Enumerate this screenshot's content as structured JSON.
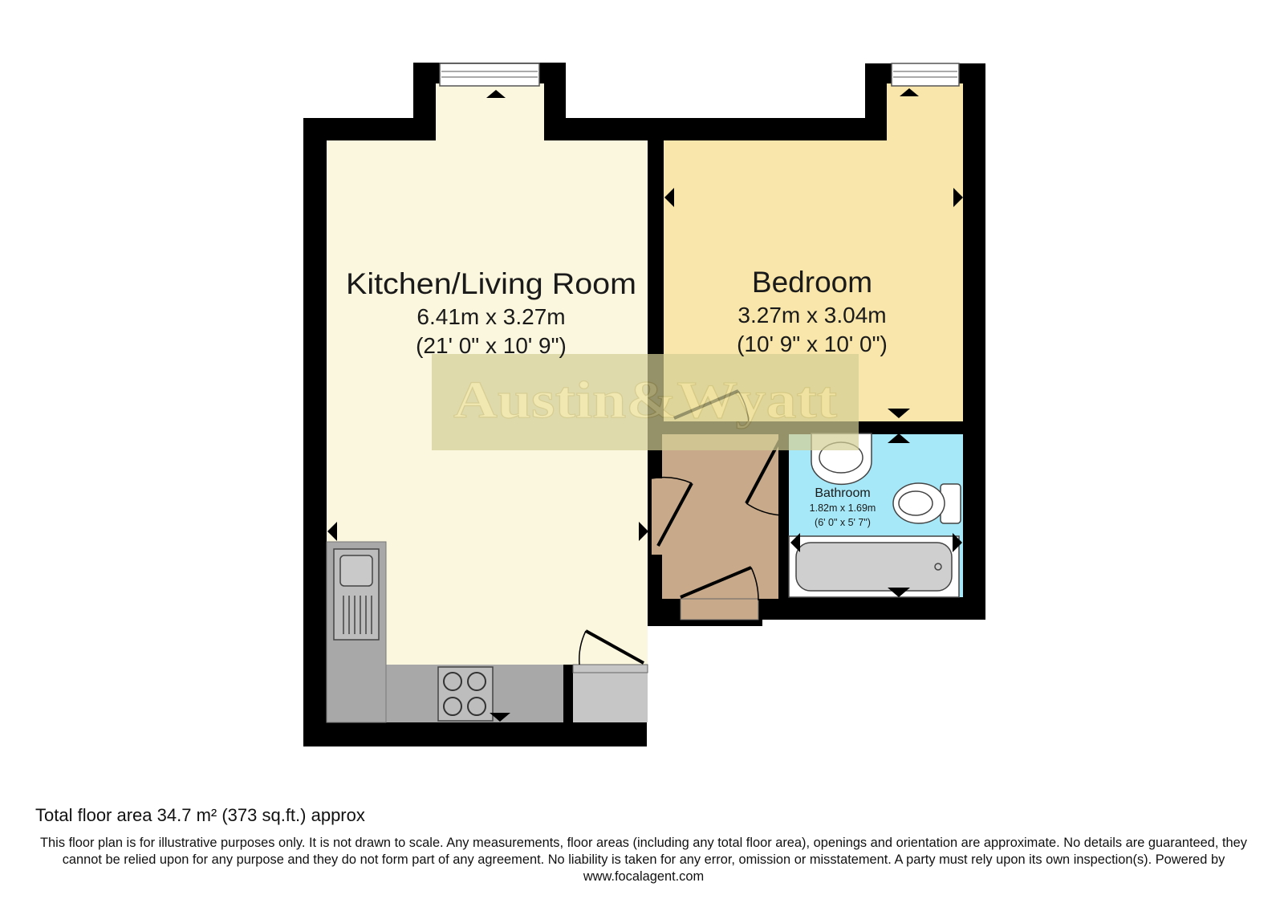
{
  "colors": {
    "wall": "#000000",
    "kitchen_living_fill": "#fbf7de",
    "bedroom_fill": "#f9e6aa",
    "bathroom_fill": "#a6e8f7",
    "hallway_fill": "#c8aa8a",
    "units_fill": "#a8a8a8",
    "cupboard_fill": "#c6c6c6",
    "watermark_fill": "#d4cf96"
  },
  "rooms": {
    "kitchen_living": {
      "name": "Kitchen/Living Room",
      "dimensions_metric": "6.41m x 3.27m",
      "dimensions_imperial": "(21' 0\" x 10' 9\")"
    },
    "bedroom": {
      "name": "Bedroom",
      "dimensions_metric": "3.27m x 3.04m",
      "dimensions_imperial": "(10' 9\" x 10' 0\")"
    },
    "bathroom": {
      "name": "Bathroom",
      "dimensions_metric": "1.82m x 1.69m",
      "dimensions_imperial": "(6' 0\" x 5' 7\")"
    }
  },
  "watermark": "Austin&Wyatt",
  "footer": {
    "total_area": "Total floor area 34.7 m² (373 sq.ft.) approx",
    "disclaimer": "This floor plan is for illustrative purposes only. It is not drawn to scale. Any measurements, floor areas (including any total floor area), openings and orientation are approximate. No details are guaranteed, they cannot be relied upon for any purpose and they do not form part of any agreement. No liability is taken for any error, omission or misstatement. A party must rely upon its own inspection(s). Powered by www.focalagent.com"
  }
}
